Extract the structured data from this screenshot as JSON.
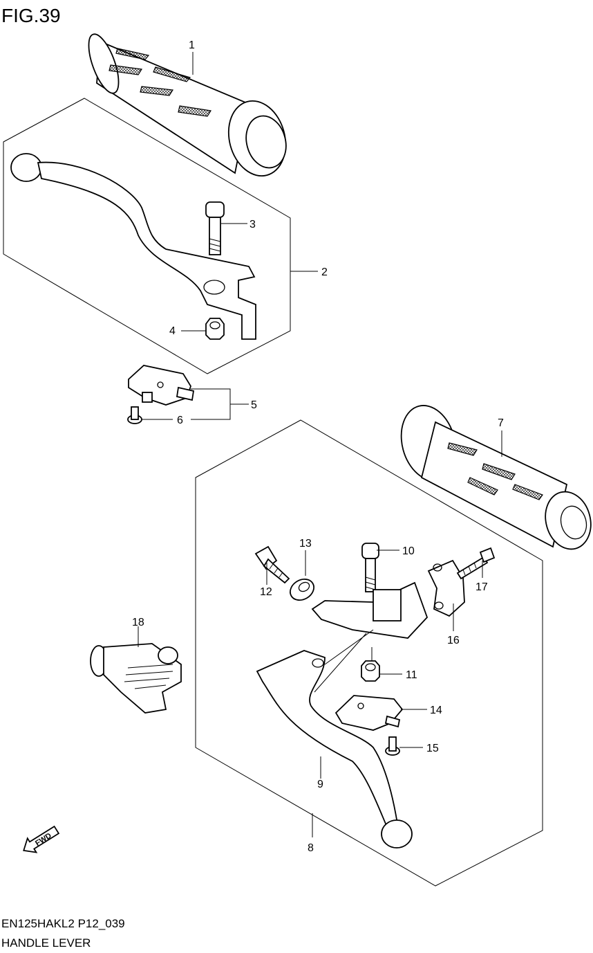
{
  "figure_title": "FIG.39",
  "footer": {
    "code": "EN125HAKL2 P12_039",
    "caption": "HANDLE LEVER"
  },
  "fwd_label": "FWD",
  "callouts": {
    "c1": "1",
    "c2": "2",
    "c3": "3",
    "c4": "4",
    "c5": "5",
    "c6": "6",
    "c7": "7",
    "c8": "8",
    "c9": "9",
    "c10": "10",
    "c11": "11",
    "c12": "12",
    "c13": "13",
    "c14": "14",
    "c15": "15",
    "c16": "16",
    "c17": "17",
    "c18": "18"
  }
}
